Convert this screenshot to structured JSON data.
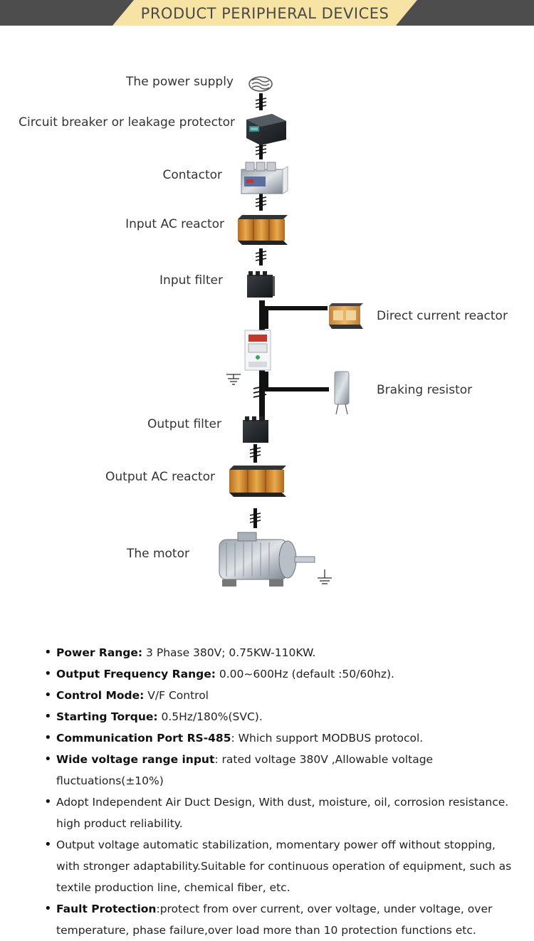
{
  "header": {
    "title": "PRODUCT PERIPHERAL DEVICES"
  },
  "diagram": {
    "nodes": [
      {
        "id": "power-supply",
        "label": "The power supply",
        "icon": "power-supply-icon"
      },
      {
        "id": "circuit-breaker",
        "label": "Circuit breaker or leakage protector",
        "icon": "circuit-breaker-icon"
      },
      {
        "id": "contactor",
        "label": "Contactor",
        "icon": "contactor-icon"
      },
      {
        "id": "input-ac-reactor",
        "label": "Input AC reactor",
        "icon": "reactor-icon"
      },
      {
        "id": "input-filter",
        "label": "Input filter",
        "icon": "filter-icon"
      },
      {
        "id": "dc-reactor",
        "label": "Direct current reactor",
        "icon": "dc-reactor-icon"
      },
      {
        "id": "braking-resistor",
        "label": "Braking resistor",
        "icon": "braking-resistor-icon"
      },
      {
        "id": "output-filter",
        "label": "Output filter",
        "icon": "filter-icon"
      },
      {
        "id": "output-ac-reactor",
        "label": "Output AC reactor",
        "icon": "reactor-icon"
      },
      {
        "id": "motor",
        "label": "The motor",
        "icon": "motor-icon"
      }
    ],
    "center_device_icon": "inverter-icon",
    "ground_icon": "ground-icon"
  },
  "specs": [
    {
      "label": "Power Range:",
      "text": " 3 Phase 380V; 0.75KW-110KW."
    },
    {
      "label": "Output Frequency Range:",
      "text": " 0.00~600Hz (default :50/60hz)."
    },
    {
      "label": "Control Mode:",
      "text": " V/F Control"
    },
    {
      "label": "Starting Torque:",
      "text": " 0.5Hz/180%(SVC)."
    },
    {
      "label": "Communication Port RS-485",
      "text": ": Which support MODBUS protocol."
    },
    {
      "label": "Wide voltage range input",
      "text": ": rated voltage 380V ,Allowable voltage fluctuations(±10%)"
    },
    {
      "label": "",
      "text": "Adopt Independent Air Duct Design,  With dust, moisture, oil, corrosion resistance. high product reliability."
    },
    {
      "label": "",
      "text": "Output voltage automatic stabilization, momentary power off without stopping, with stronger adaptability.Suitable for continuous operation of equipment, such as textile production line, chemical fiber, etc."
    },
    {
      "label": "Fault Protection",
      "text": ":protect from over current, over voltage, under voltage, over temperature, phase failure,over load more than 10 protection functions etc."
    }
  ],
  "colors": {
    "banner_bg": "#4d4d4d",
    "banner_tab": "#f7e3a3",
    "reactor_core": "#d9953a",
    "cable": "#111111"
  }
}
